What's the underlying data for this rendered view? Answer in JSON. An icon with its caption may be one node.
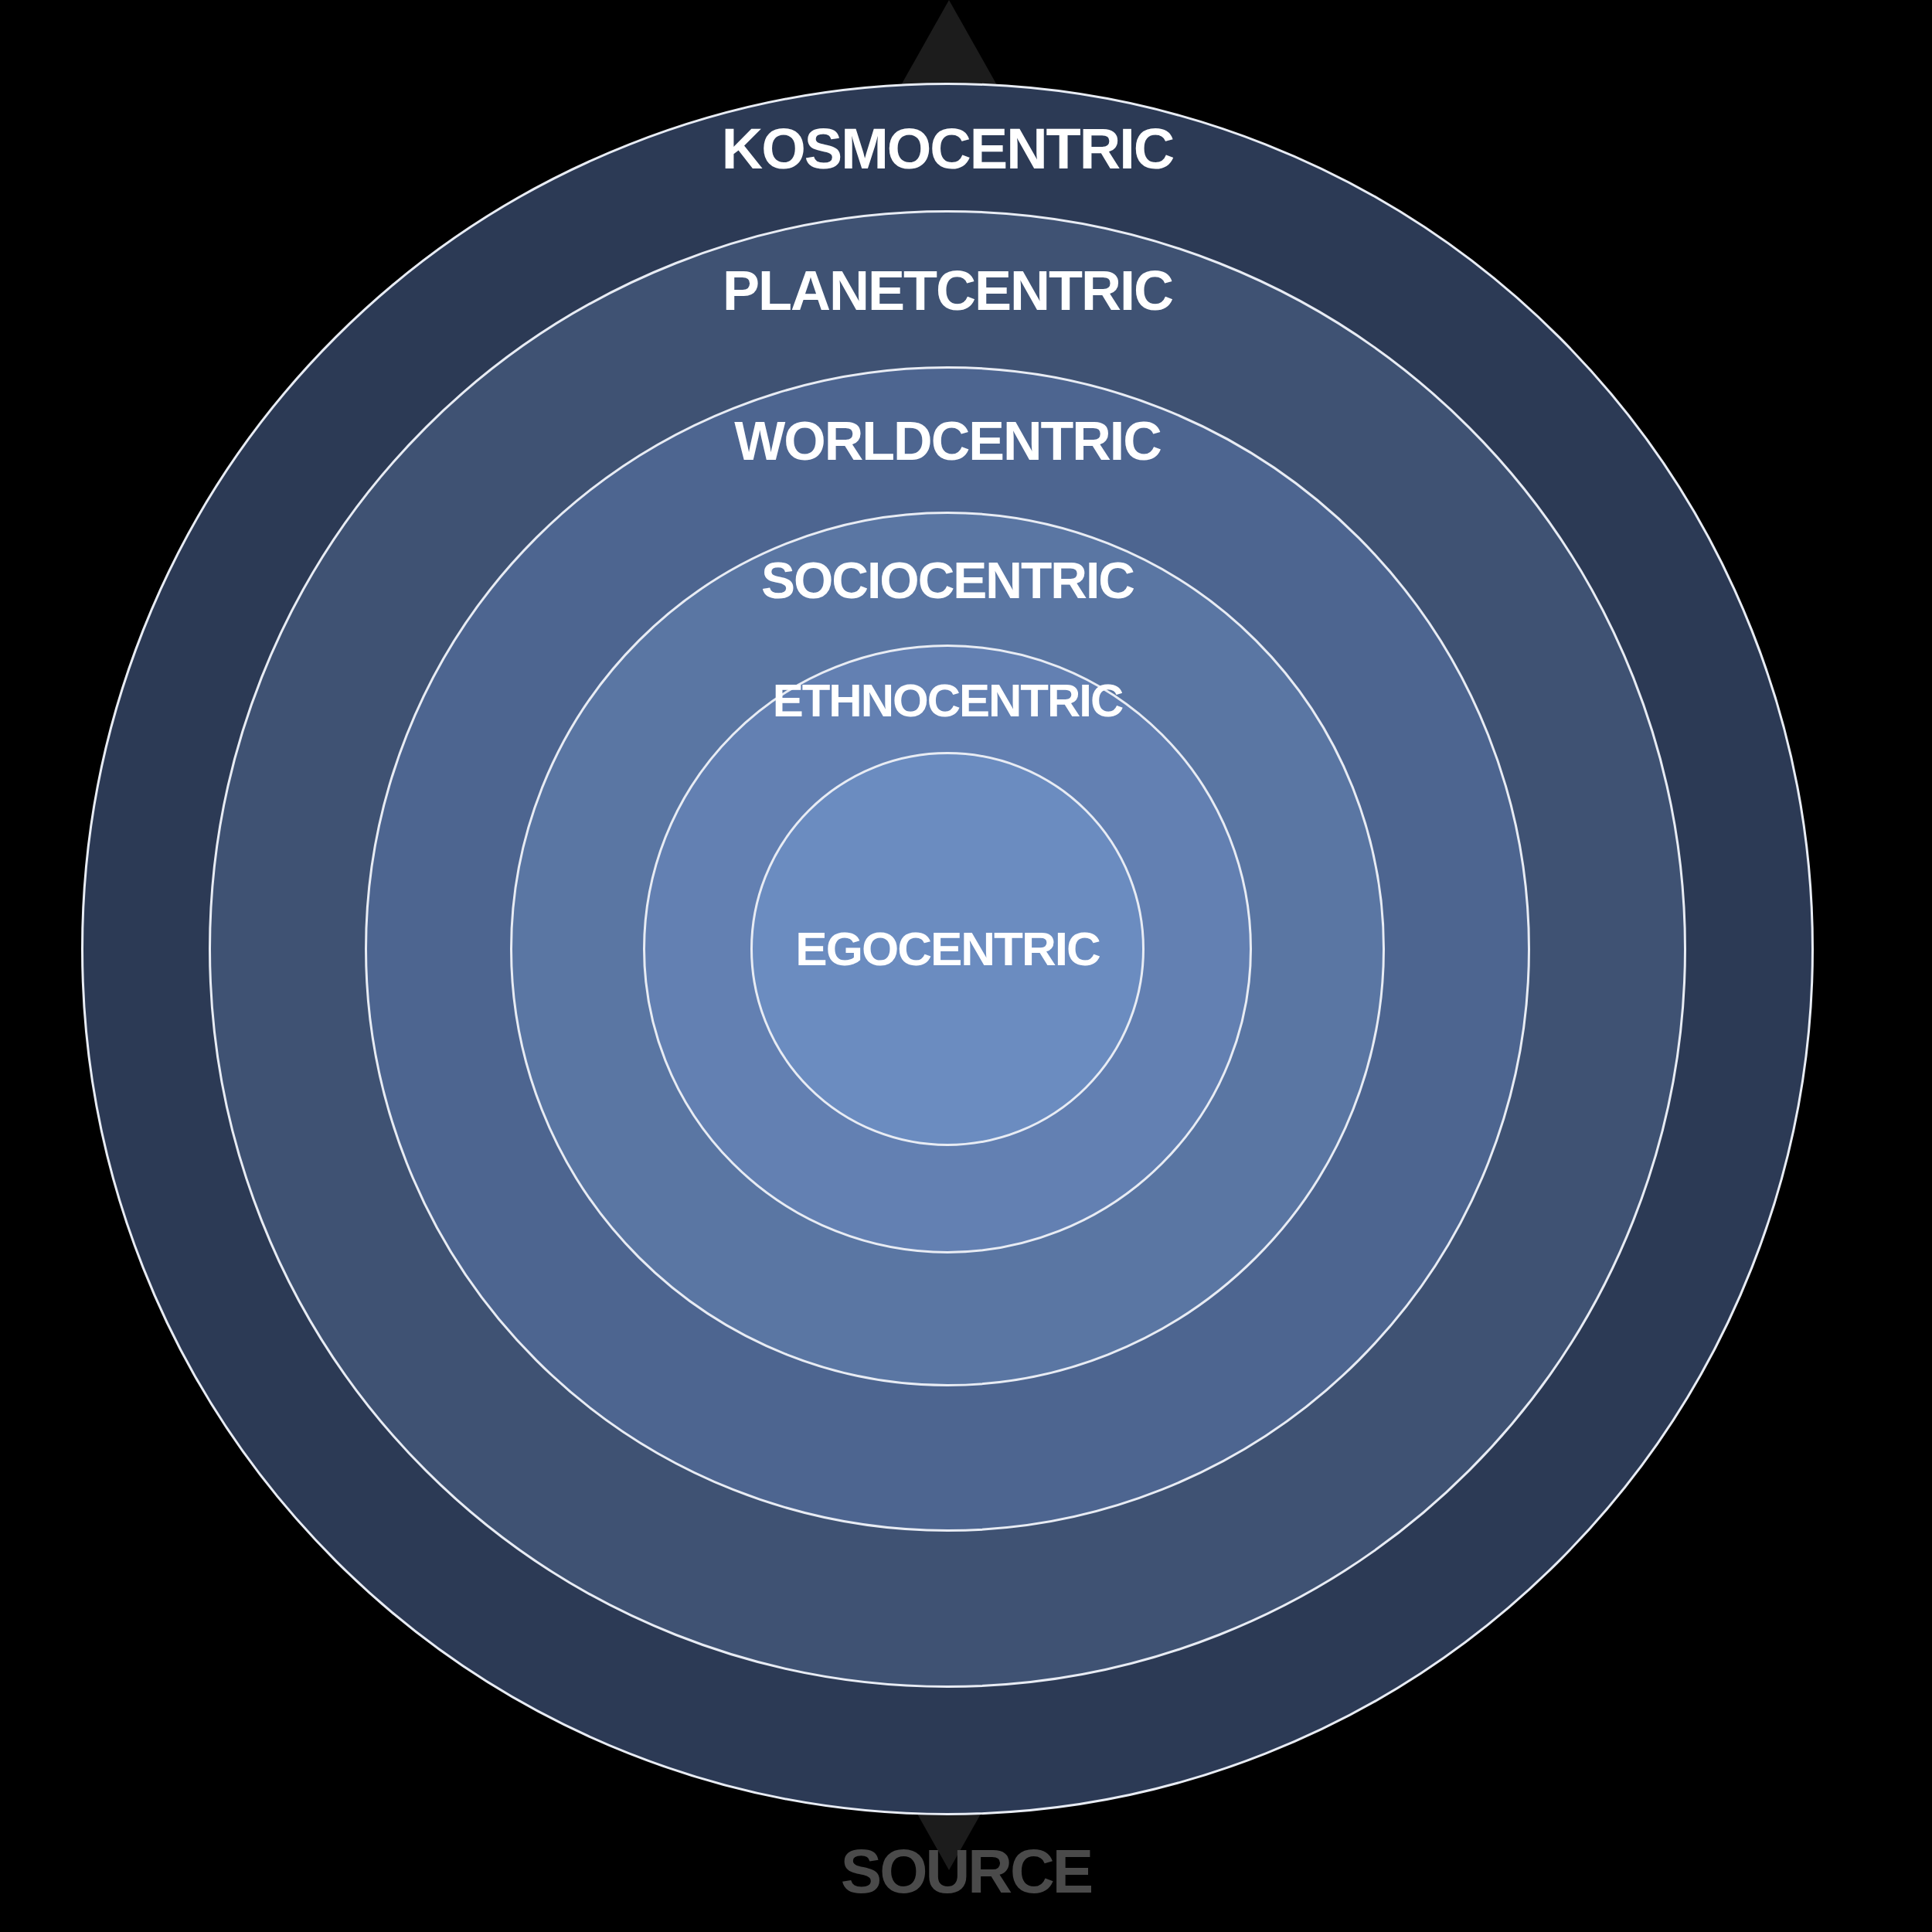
{
  "diagram": {
    "nodes": [
      {
        "text": [
          "KOSMOCENTRIC"
        ]
      },
      {
        "text": [
          "PLANETCENTRIC"
        ],
        "in": 0
      },
      {
        "text": [
          "WORLDCENTRIC"
        ],
        "in": 1
      },
      {
        "text": [
          "SOCIOCENTRIC"
        ],
        "in": 2
      },
      {
        "text": [
          "ETHNOCENTRIC"
        ],
        "in": 3
      },
      {
        "text": [
          "EGOCENTRIC"
        ],
        "in": 4
      }
    ],
    "edges": [],
    "labels": [
      "SOURCE"
    ]
  }
}
